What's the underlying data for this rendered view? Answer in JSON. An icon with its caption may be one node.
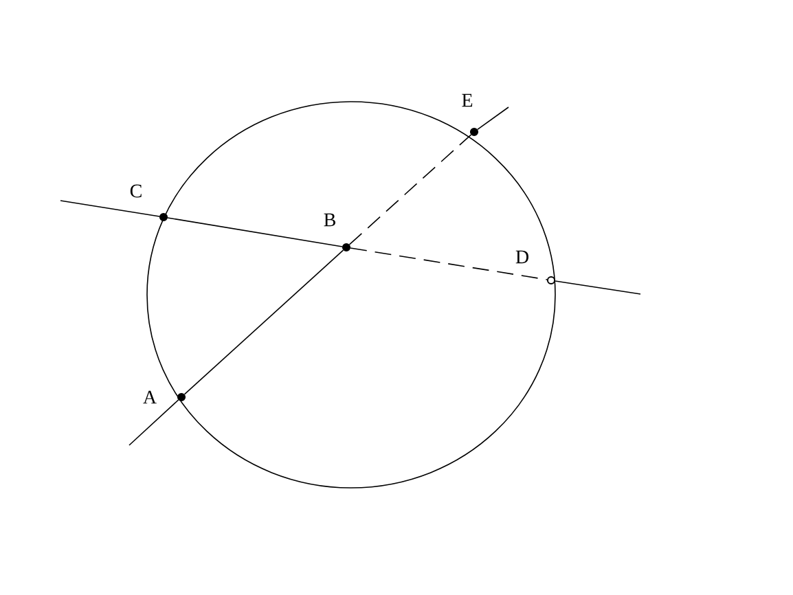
{
  "diagram": {
    "nodes": [
      {
        "text": [
          "A"
        ]
      },
      {
        "text": [
          "B"
        ]
      },
      {
        "text": [
          "C"
        ]
      },
      {
        "text": [
          "D"
        ]
      },
      {
        "text": [
          "E"
        ]
      }
    ],
    "edges": [
      {
        "from": null,
        "to": 0,
        "arrow": "none"
      },
      {
        "from": 0,
        "to": 1,
        "arrow": "none"
      },
      {
        "from": 1,
        "to": 4,
        "arrow": "none",
        "style": "dashed"
      },
      {
        "from": 4,
        "to": null,
        "arrow": "none"
      },
      {
        "from": null,
        "to": 2,
        "arrow": "none"
      },
      {
        "from": 2,
        "to": 1,
        "arrow": "none"
      },
      {
        "from": 1,
        "to": 3,
        "arrow": "none",
        "style": "dashed"
      },
      {
        "from": 3,
        "to": null,
        "arrow": "none"
      }
    ]
  }
}
